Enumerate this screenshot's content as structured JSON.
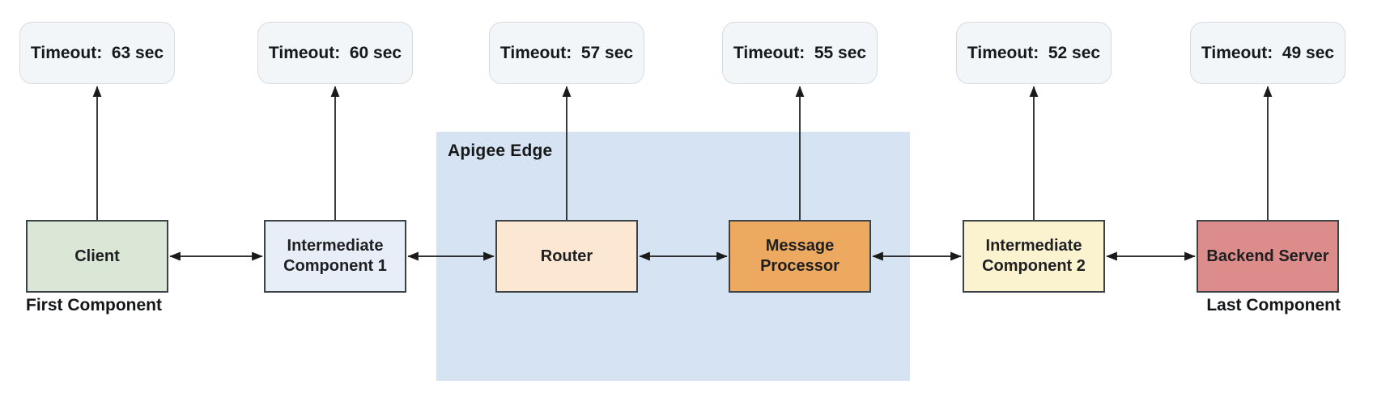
{
  "diagram": {
    "region": {
      "label": "Apigee Edge",
      "fill": "#d6e3f2"
    },
    "nodes": [
      {
        "id": "client",
        "label": "Client",
        "timeout": "Timeout:  63 sec",
        "fill": "#dbe7d6",
        "caption": "First Component"
      },
      {
        "id": "intermediate-component-1",
        "label": "Intermediate Component 1",
        "timeout": "Timeout:  60 sec",
        "fill": "#e8eef8"
      },
      {
        "id": "router",
        "label": "Router",
        "timeout": "Timeout:  57 sec",
        "fill": "#fce8d2",
        "in_region": true
      },
      {
        "id": "message-processor",
        "label": "Message Processor",
        "timeout": "Timeout:  55 sec",
        "fill": "#eda960",
        "in_region": true
      },
      {
        "id": "intermediate-component-2",
        "label": "Intermediate Component 2",
        "timeout": "Timeout:  52 sec",
        "fill": "#fbf2d0"
      },
      {
        "id": "backend-server",
        "label": "Backend Server",
        "timeout": "Timeout:  49 sec",
        "fill": "#dc8d8b",
        "caption": "Last Component"
      }
    ],
    "colors": {
      "arrow": "#1a1a1a",
      "node_border": "#3d4246",
      "timeout_fill": "#f3f6f9",
      "timeout_border": "#d7dbe0",
      "background": "#ffffff"
    }
  }
}
